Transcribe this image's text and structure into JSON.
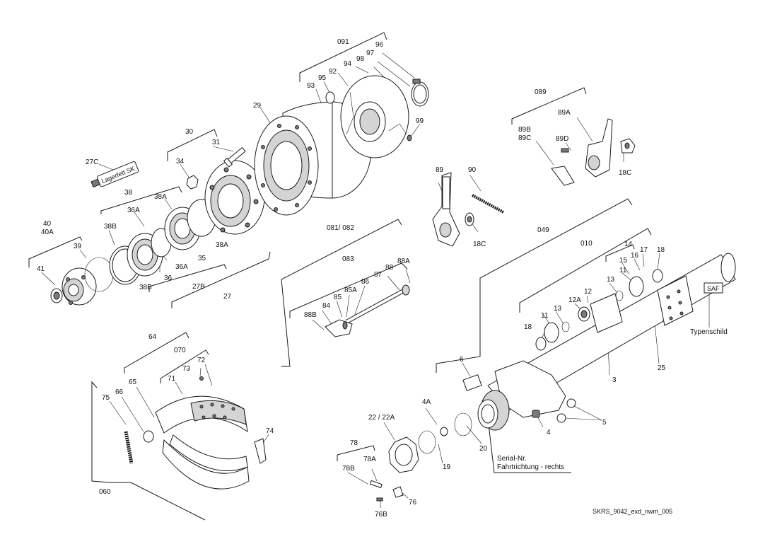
{
  "drawing_id": "SKRS_9042_exd_nwm_005",
  "part_labels": {
    "p091": "091",
    "p96": "96",
    "p97": "97",
    "p98": "98",
    "p94": "94",
    "p92": "92",
    "p95": "95",
    "p93": "93",
    "p99": "99",
    "p29": "29",
    "p30": "30",
    "p31": "31",
    "p34": "34",
    "p27C": "27C",
    "p27C_text": "Lagerfett SK",
    "p38": "38",
    "p38A_top": "38A",
    "p36A_top": "36A",
    "p38B_top": "38B",
    "p40": "40",
    "p40A": "40A",
    "p39": "39",
    "p41": "41",
    "p38B_bot": "38B",
    "p36": "36",
    "p36A_bot": "36A",
    "p35": "35",
    "p38A_bot": "38A",
    "p27B": "27B",
    "p27": "27",
    "p089": "089",
    "p89A": "89A",
    "p89B": "89B",
    "p89C": "89C",
    "p89D": "89D",
    "p18C_r": "18C",
    "p89": "89",
    "p90": "90",
    "p18C_m": "18C",
    "p081": "081/  082",
    "p083": "083",
    "p88": "88",
    "p88A": "88A",
    "p87": "87",
    "p86": "86",
    "p85A": "85A",
    "p85": "85",
    "p84": "84",
    "p88B": "88B",
    "p049": "049",
    "p010": "010",
    "p14": "14",
    "p15": "15",
    "p16": "16",
    "p17": "17",
    "p18_top": "18",
    "p11_top": "11",
    "p13_top": "13",
    "p12": "12",
    "p12A": "12A",
    "p11_bot": "11",
    "p13_bot": "13",
    "p18_bot": "18",
    "p3": "3",
    "p25": "25",
    "typenschild": "Typenschild",
    "saf": "SAF",
    "p6": "6",
    "p4A": "4A",
    "p4": "4",
    "p5": "5",
    "p20": "20",
    "p19": "19",
    "p22": "22 / 22A",
    "serial": "Serial-Nr.",
    "fahrtrichtung": "Fahrtrichtung - rechts",
    "p78": "78",
    "p78A": "78A",
    "p78B": "78B",
    "p76": "76",
    "p76B": "76B",
    "p64": "64",
    "p070": "070",
    "p73": "73",
    "p72": "72",
    "p71": "71",
    "p65": "65",
    "p66": "66",
    "p75": "75",
    "p74": "74",
    "p060": "060"
  },
  "colors": {
    "line": "#1a1a1a",
    "shade": "#d4d4d4",
    "dark": "#7a7a7a",
    "background": "#ffffff"
  }
}
